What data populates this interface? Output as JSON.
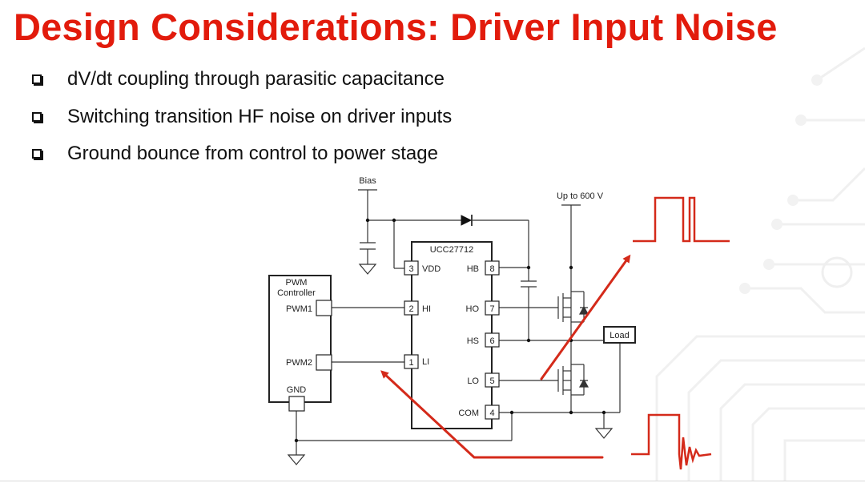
{
  "slide": {
    "title": "Design Considerations: Driver Input Noise",
    "bullets": [
      "dV/dt coupling through parasitic capacitance",
      "Switching transition HF noise on driver inputs",
      "Ground bounce from control to power stage"
    ]
  },
  "schematic": {
    "bias_label": "Bias",
    "supply_label": "Up to 600 V",
    "ic_name": "UCC27712",
    "controller": {
      "line1": "PWM",
      "line2": "Controller",
      "pin1": "PWM1",
      "pin2": "PWM2",
      "gnd": "GND"
    },
    "pins": {
      "vdd": {
        "num": "3",
        "name": "VDD"
      },
      "hi": {
        "num": "2",
        "name": "HI"
      },
      "li": {
        "num": "1",
        "name": "LI"
      },
      "hb": {
        "num": "8",
        "name": "HB"
      },
      "ho": {
        "num": "7",
        "name": "HO"
      },
      "hs": {
        "num": "6",
        "name": "HS"
      },
      "lo": {
        "num": "5",
        "name": "LO"
      },
      "com": {
        "num": "4",
        "name": "COM"
      }
    },
    "load_label": "Load"
  },
  "colors": {
    "accent": "#e21b0c",
    "annotation": "#d42a1a",
    "wire": "#333333"
  }
}
